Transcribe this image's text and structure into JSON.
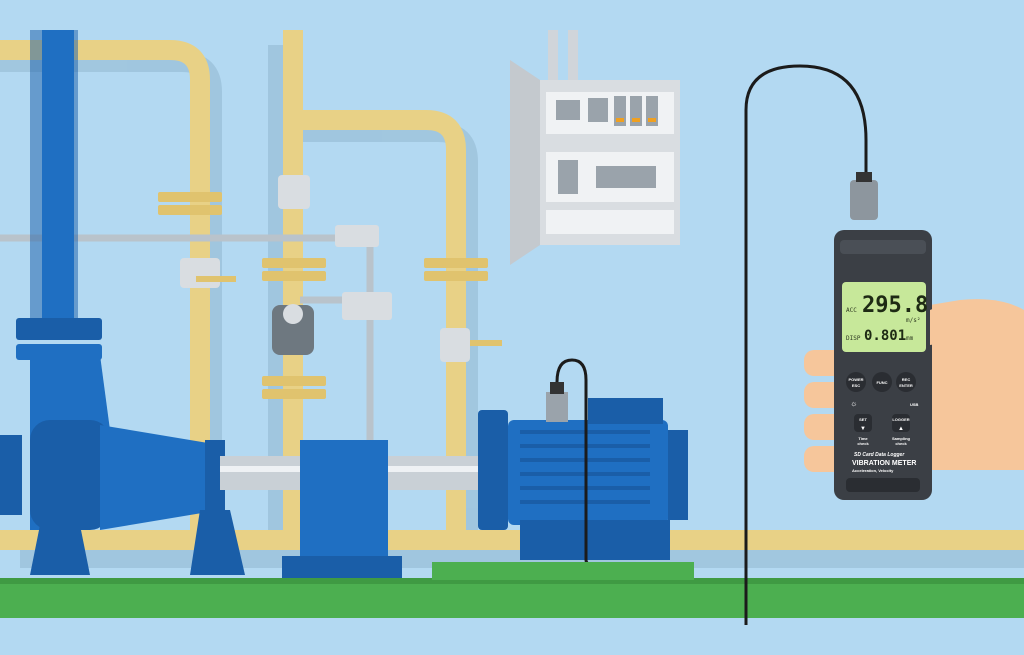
{
  "meter": {
    "display_main": "295.8",
    "display_main_label": "ACC",
    "display_main_unit": "m/s²",
    "display_sub": "0.801",
    "display_sub_label": "DISP",
    "display_sub_unit": "mm",
    "buttons": {
      "power": "POWER",
      "power_sub": "ESC",
      "func": "FUNC",
      "rec": "REC",
      "rec_sub": "ENTER",
      "set": "SET",
      "logger": "LOGGER",
      "time_label": "Time",
      "time_sub": "check",
      "sampling_label": "Sampling",
      "sampling_sub": "check",
      "usb": "USB"
    },
    "brand_line": "SD Card Data Logger",
    "model_name": "VIBRATION METER",
    "model_sub": "Acceleration, Velocity"
  },
  "colors": {
    "background": "#b3d9f2",
    "pump_blue": "#1f6fc2",
    "pipe_yellow": "#e8d186",
    "floor_green": "#4caf50",
    "meter_body": "#3b3f45",
    "lcd_green": "#c7e89a"
  }
}
